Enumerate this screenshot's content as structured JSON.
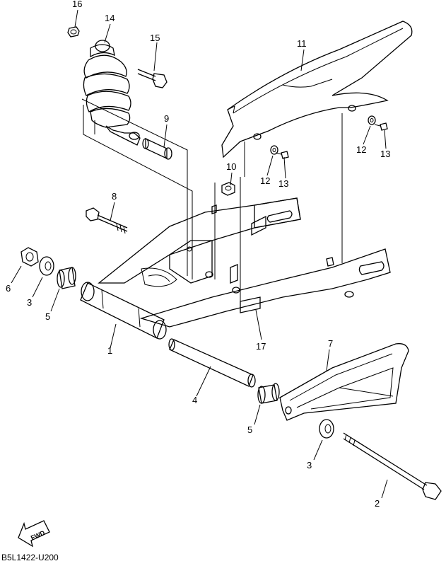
{
  "diagram": {
    "code": "B5L1422-U200",
    "fwd_text": "FWD",
    "parts": [
      {
        "id": "p1",
        "label": "1"
      },
      {
        "id": "p2",
        "label": "2"
      },
      {
        "id": "p3a",
        "label": "3"
      },
      {
        "id": "p3b",
        "label": "3"
      },
      {
        "id": "p4",
        "label": "4"
      },
      {
        "id": "p5a",
        "label": "5"
      },
      {
        "id": "p5b",
        "label": "5"
      },
      {
        "id": "p6",
        "label": "6"
      },
      {
        "id": "p7",
        "label": "7"
      },
      {
        "id": "p8",
        "label": "8"
      },
      {
        "id": "p9",
        "label": "9"
      },
      {
        "id": "p10",
        "label": "10"
      },
      {
        "id": "p11",
        "label": "11"
      },
      {
        "id": "p12a",
        "label": "12"
      },
      {
        "id": "p12b",
        "label": "12"
      },
      {
        "id": "p13a",
        "label": "13"
      },
      {
        "id": "p13b",
        "label": "13"
      },
      {
        "id": "p14",
        "label": "14"
      },
      {
        "id": "p15",
        "label": "15"
      },
      {
        "id": "p16",
        "label": "16"
      },
      {
        "id": "p17",
        "label": "17"
      }
    ]
  }
}
